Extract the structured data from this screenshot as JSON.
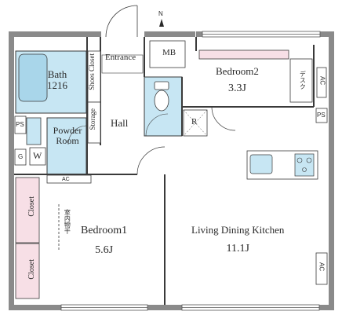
{
  "rooms": {
    "bath": {
      "name": "Bath",
      "size": "1216"
    },
    "powder_room": {
      "name": "Powder Room"
    },
    "entrance": {
      "name": "Entrance"
    },
    "mb": {
      "name": "MB"
    },
    "bedroom2": {
      "name": "Bedroom2",
      "area": "3.3J"
    },
    "hall": {
      "name": "Hall"
    },
    "bedroom1": {
      "name": "Bedroom1",
      "area": "5.6J"
    },
    "ldk": {
      "name": "Living Dining Kitchen",
      "area": "11.1J"
    }
  },
  "storage": {
    "shoes_closet": "Shoes Closet",
    "storage": "Storage",
    "closet_upper": "Closet",
    "closet_lower": "Closet",
    "indoor_drying": "室内物干",
    "desk": "デスク"
  },
  "fixtures": {
    "ps_left": "PS",
    "ps_right": "PS",
    "g": "G",
    "w": "W",
    "r": "R",
    "ac_bedroom2": "AC",
    "ac_bedroom1": "AC",
    "ac_ldk": "AC",
    "north_arrow": "N"
  },
  "colors": {
    "wall": "#8a8a8a",
    "wet_area": "#c7e6f3",
    "storage_area": "#f7dfe6",
    "line": "#3a3a3a"
  }
}
